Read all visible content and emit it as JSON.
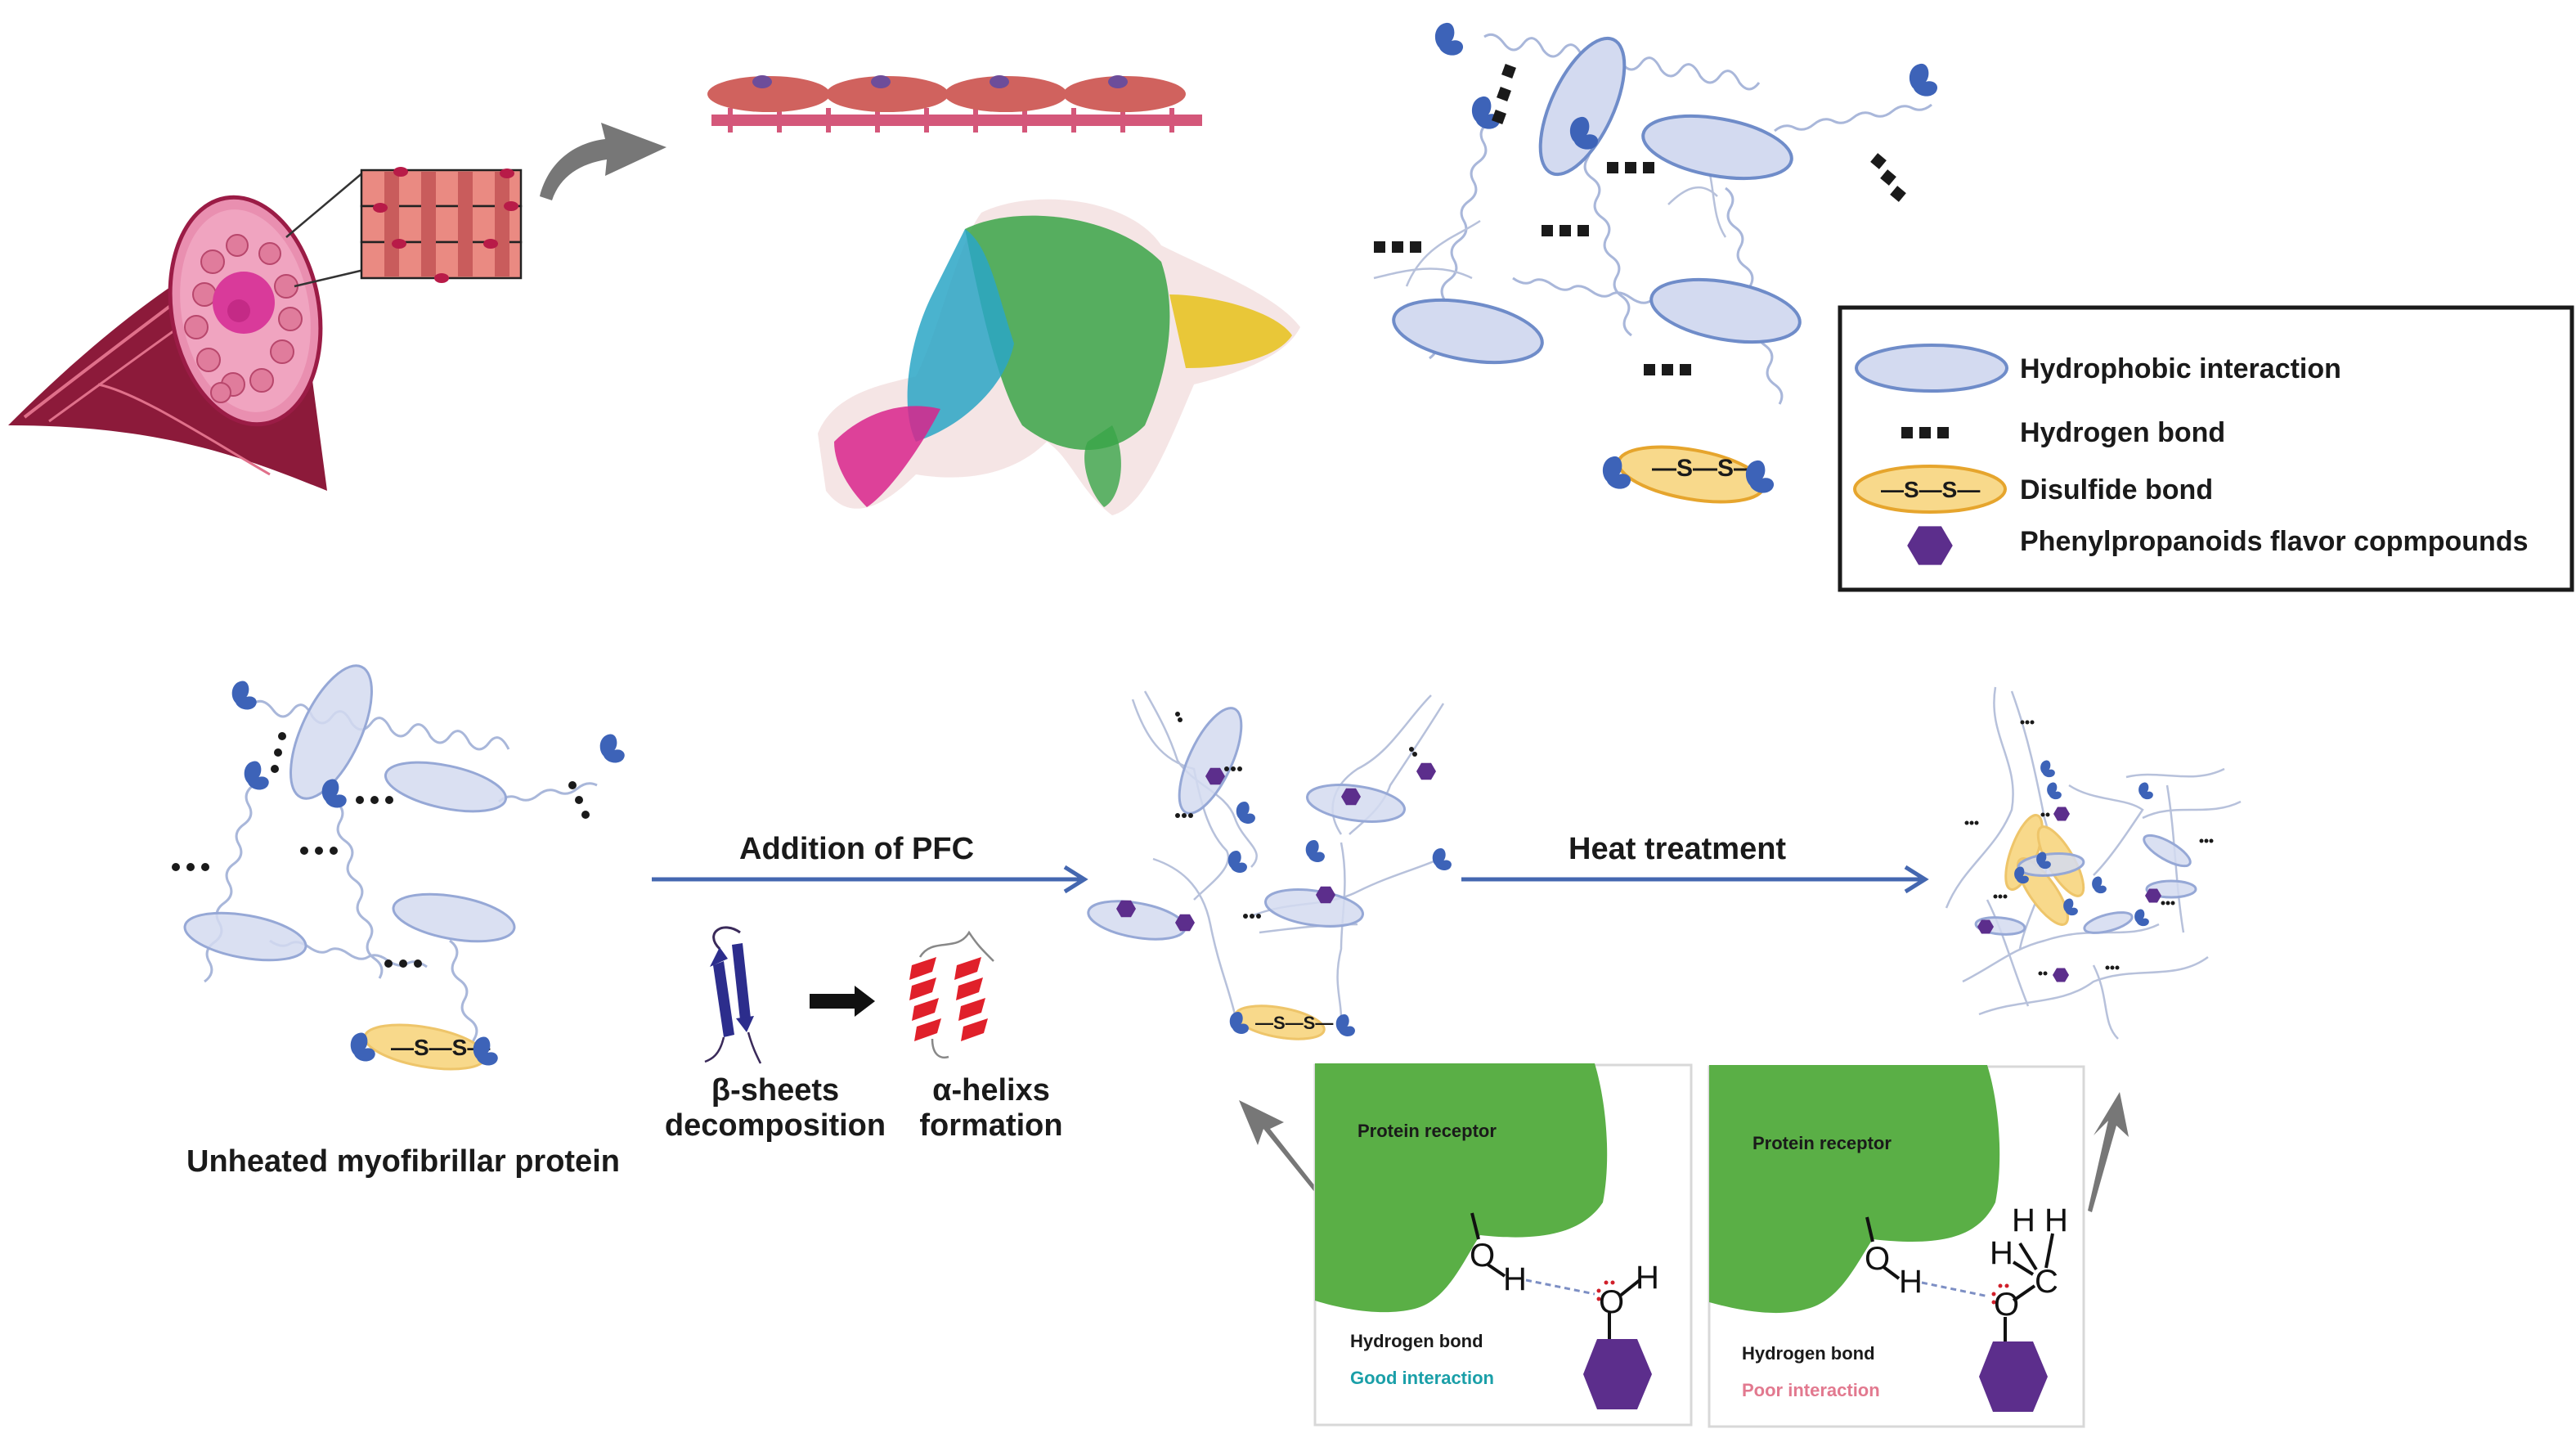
{
  "figure": {
    "top": {
      "muscle_illustration": "muscle-fiber cross-section with myofibrils",
      "filament_illustration": "actin-myosin thin filament",
      "protein_structure": "myosin ribbon structure"
    },
    "legend": {
      "items": [
        {
          "symbol": "blue-ellipse",
          "label": "Hydrophobic interaction"
        },
        {
          "symbol": "black-squares",
          "label": "Hydrogen bond"
        },
        {
          "symbol": "yellow-ellipse-ss",
          "label": "Disulfide bond",
          "symbol_text": "—S—S—"
        },
        {
          "symbol": "purple-hexagon",
          "label": "Phenylpropanoids flavor copmpounds"
        }
      ]
    },
    "stages": {
      "unheated_label": "Unheated myofibrillar protein",
      "step1_label": "Addition of PFC",
      "step2_label": "Heat treatment",
      "beta_label_1": "β-sheets",
      "beta_label_2": "decomposition",
      "alpha_label_1": "α-helixs",
      "alpha_label_2": "formation",
      "ss_text": "—S—S—"
    },
    "insets": [
      {
        "receptor_label": "Protein receptor",
        "bond_label": "Hydrogen bond",
        "quality_label": "Good interaction",
        "quality_color": "#1a9fa8",
        "atoms": {
          "o1": "O",
          "h1": "H",
          "o2": "O",
          "h2": "H"
        }
      },
      {
        "receptor_label": "Protein receptor",
        "bond_label": "Hydrogen bond",
        "quality_label": "Poor interaction",
        "quality_color": "#e2798f",
        "atoms": {
          "o1": "O",
          "h1": "H",
          "o2": "O",
          "c": "C",
          "ha": "H",
          "hb": "H",
          "hc": "H"
        }
      }
    ]
  },
  "colors": {
    "hydrophobic_fill": "#d3daf0",
    "hydrophobic_stroke": "#6f8cc9",
    "disulfide_fill": "#f8d98b",
    "disulfide_stroke": "#e6a52d",
    "pfc": "#5c2e8c",
    "receptor": "#5aaf46",
    "process_arrow": "#4467b0"
  }
}
